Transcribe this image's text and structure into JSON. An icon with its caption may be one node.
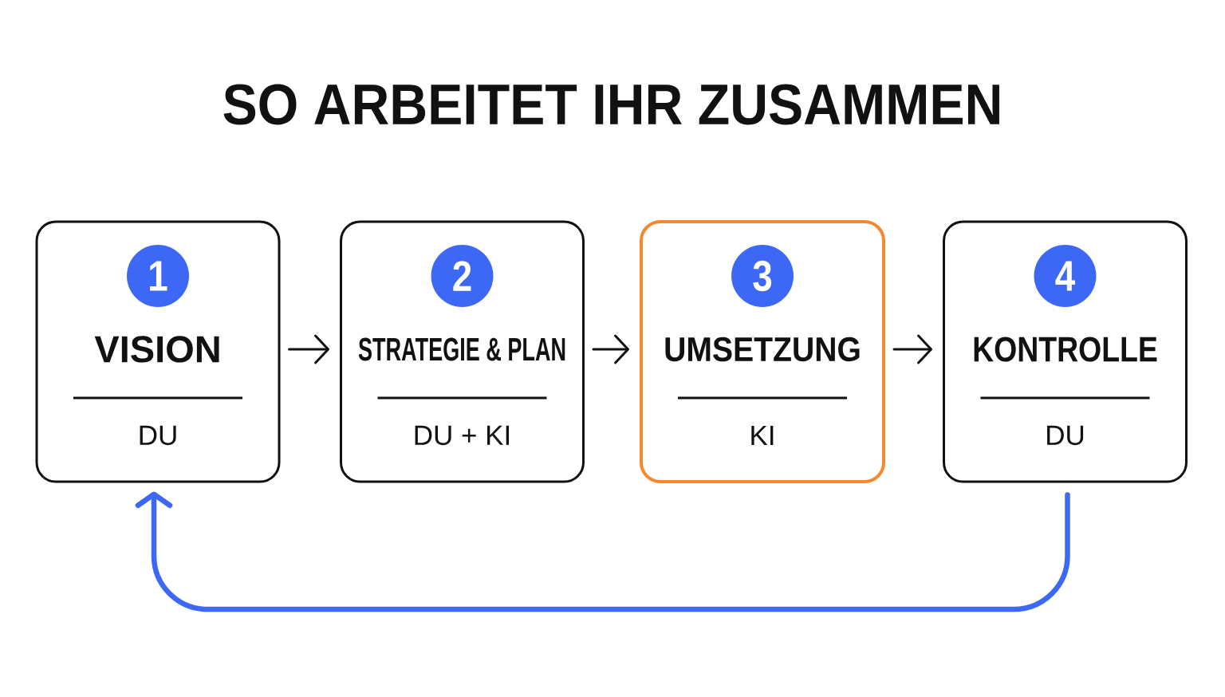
{
  "diagram": {
    "title": "SO ARBEITET IHR ZUSAMMEN",
    "nodes": [
      {
        "text": [
          "VISION",
          "DU"
        ]
      },
      {
        "text": [
          "1"
        ],
        "in": 0
      },
      {
        "text": [
          "STRATEGIE & PLAN",
          "DU + KI"
        ]
      },
      {
        "text": [
          "2"
        ],
        "in": 2
      },
      {
        "text": [
          "UMSETZUNG",
          "KI"
        ]
      },
      {
        "text": [
          "3"
        ],
        "in": 4
      },
      {
        "text": [
          "KONTROLLE",
          "DU"
        ]
      },
      {
        "text": [
          "4"
        ],
        "in": 6
      }
    ],
    "edges": [
      {
        "from": 0,
        "to": 2,
        "arrow": "to"
      },
      {
        "from": 2,
        "to": 4,
        "arrow": "to"
      },
      {
        "from": 4,
        "to": 6,
        "arrow": "to"
      },
      {
        "from": 6,
        "to": 0,
        "arrow": "to",
        "style": "thick",
        "color": "#3d68f5"
      }
    ]
  }
}
